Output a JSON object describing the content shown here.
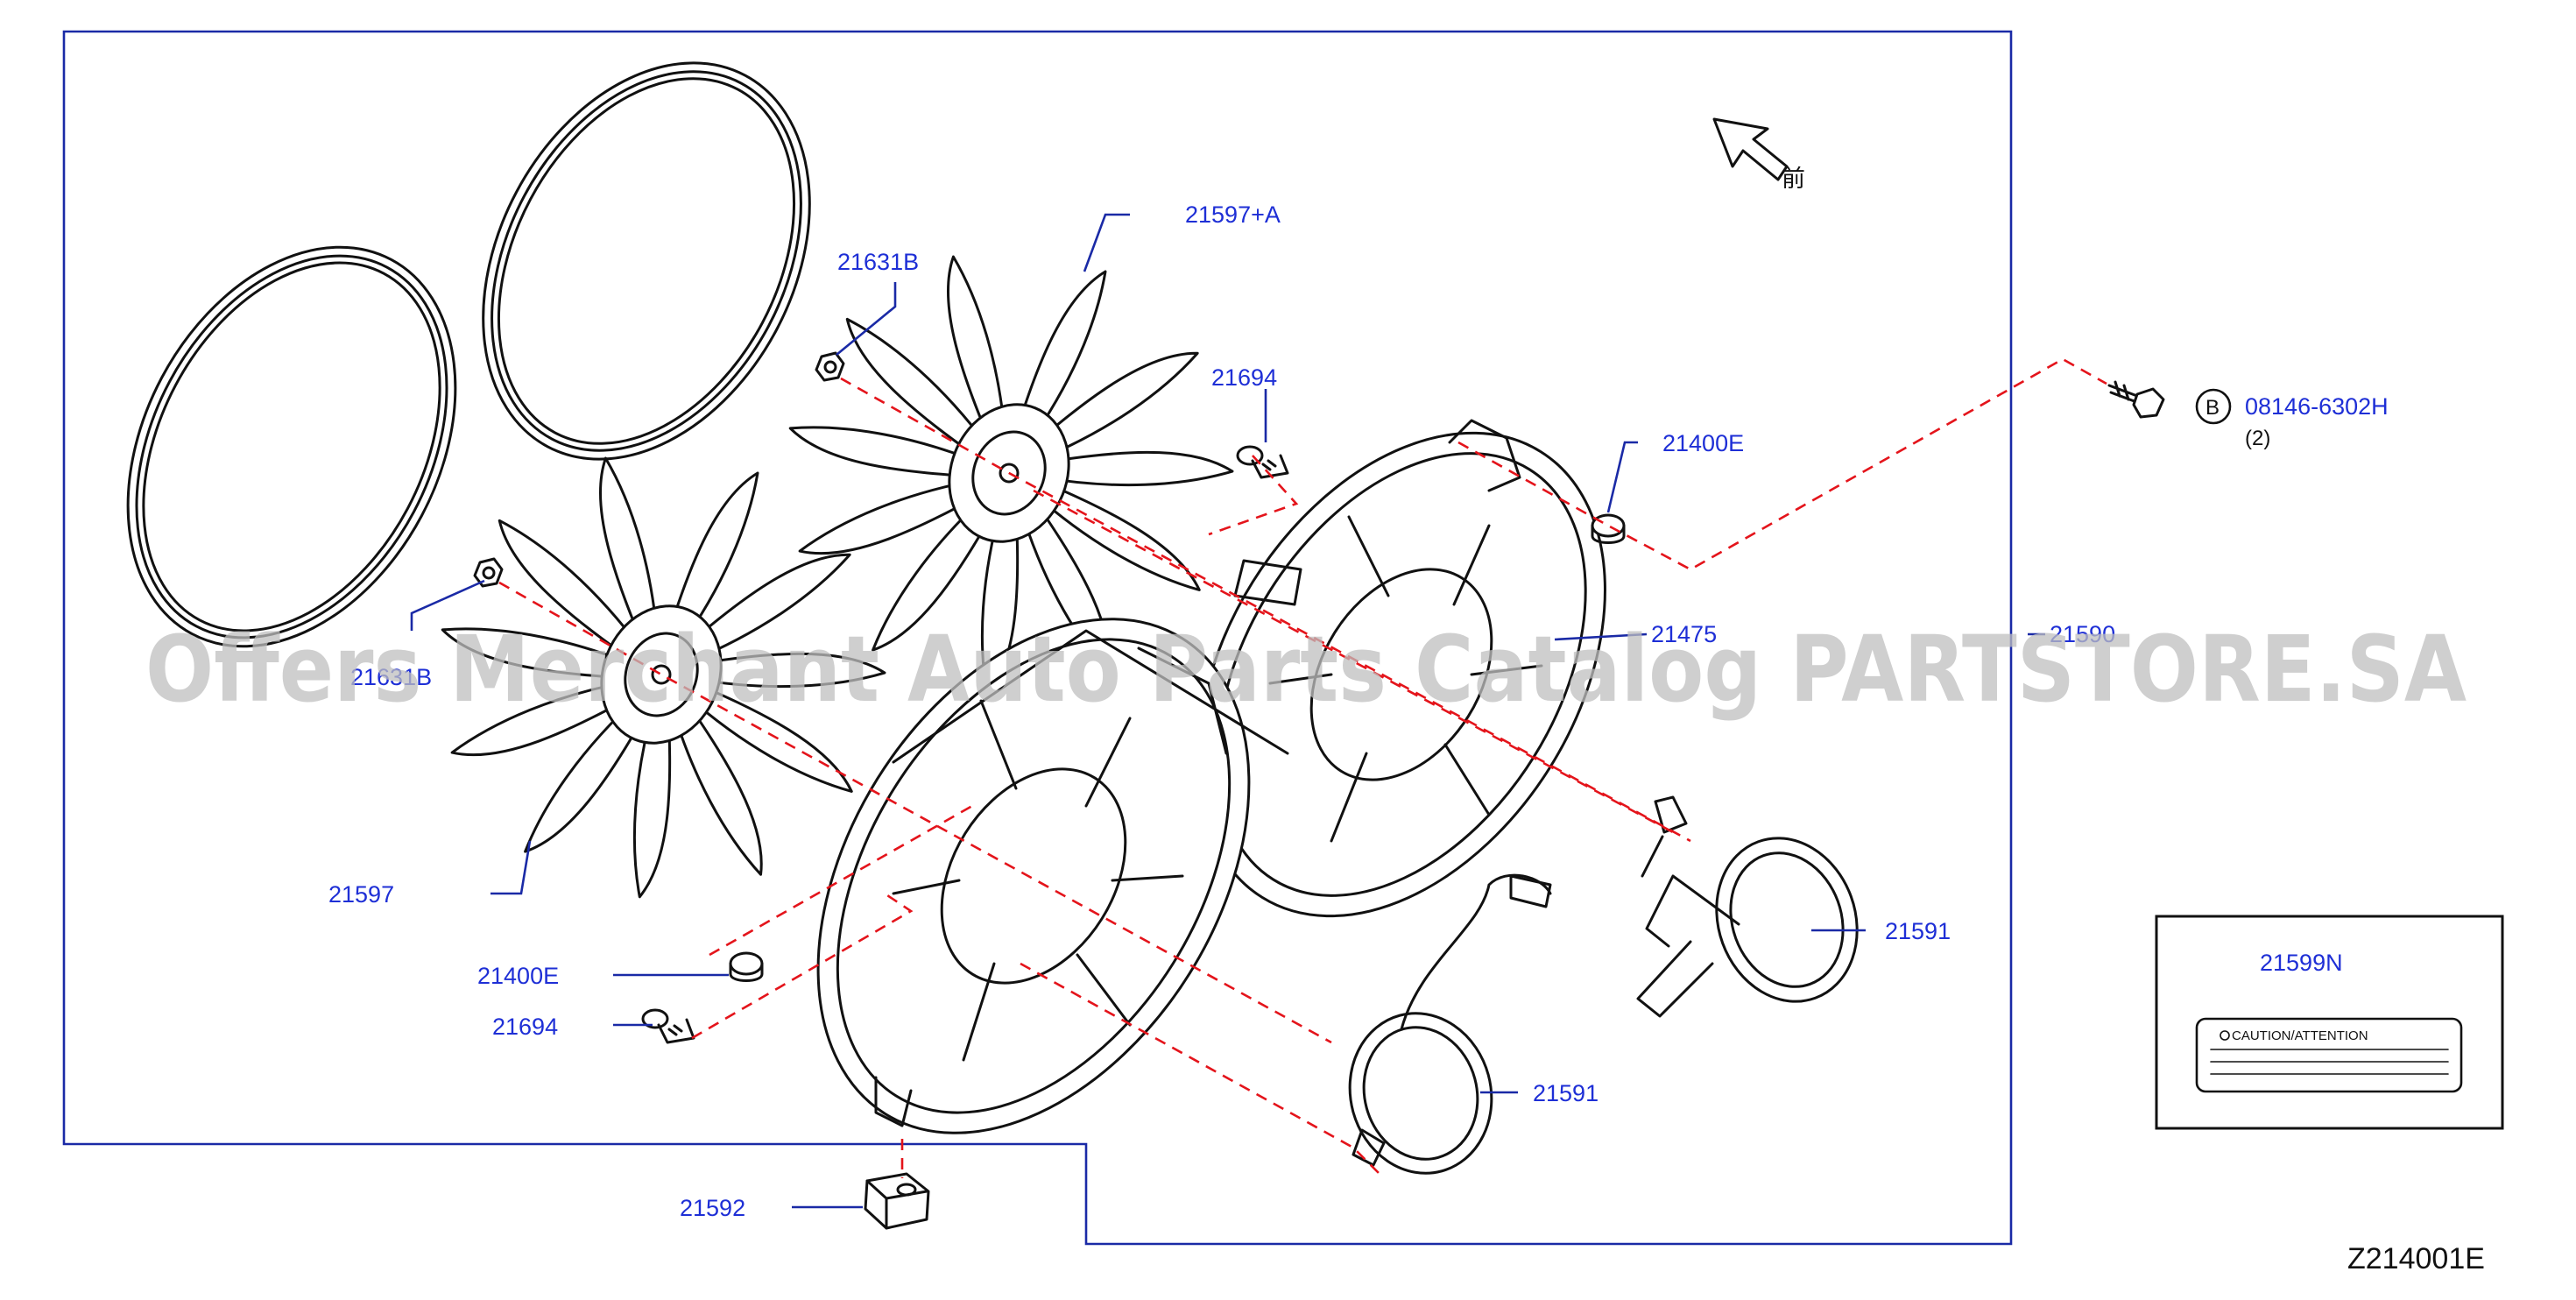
{
  "diagram": {
    "direction_label": "前",
    "diagram_code": "Z214001E",
    "watermark": "Offers Merchant Auto Parts Catalog PARTSTORE.SA",
    "callouts": {
      "fan_a": "21597+A",
      "nut_upper": "21631B",
      "nut_lower": "21631B",
      "fan_b": "21597",
      "screw_upper": "21694",
      "screw_lower": "21694",
      "grommet_upper": "21400E",
      "grommet_lower": "21400E",
      "shroud": "21475",
      "assembly": "21590",
      "motor_right": "21591",
      "motor_lower": "21591",
      "bracket": "21592",
      "label_part": "21599N",
      "bolt_ref": "08146-6302H",
      "bolt_qty": "(2)",
      "bolt_marker": "B"
    },
    "caution_label": "CAUTION/ATTENTION"
  }
}
